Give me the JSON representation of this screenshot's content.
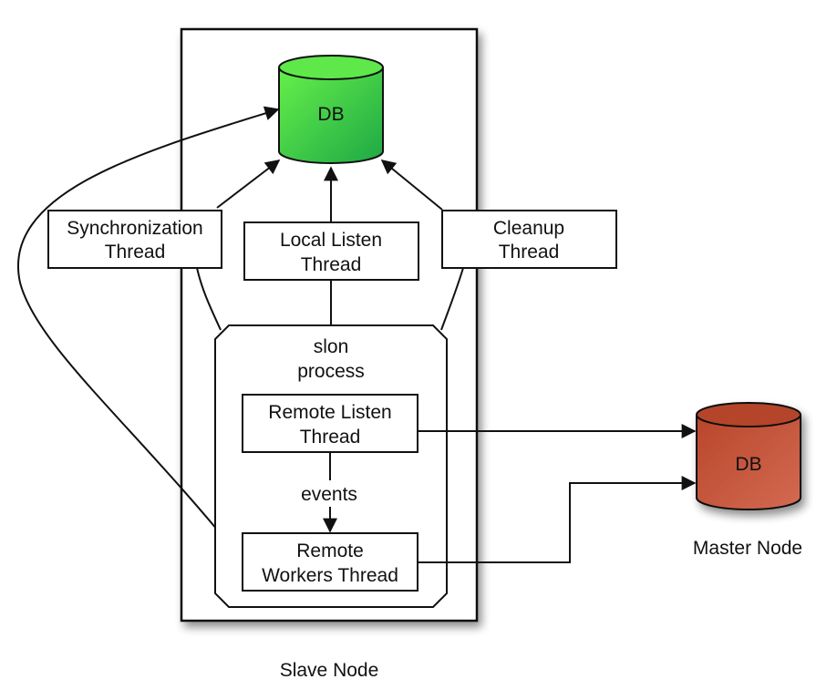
{
  "diagram": {
    "slave_node": {
      "label": "Slave Node",
      "db_label": "DB",
      "db_color_top": "#66f04a",
      "db_color_bottom": "#1ea845",
      "threads": {
        "sync": [
          "Synchronization",
          "Thread"
        ],
        "local_listen": [
          "Local Listen",
          "Thread"
        ],
        "cleanup": [
          "Cleanup",
          "Thread"
        ]
      },
      "slon_process": {
        "label": [
          "slon",
          "process"
        ],
        "remote_listen": [
          "Remote Listen",
          "Thread"
        ],
        "edge_label": "events",
        "remote_workers": [
          "Remote",
          "Workers Thread"
        ]
      }
    },
    "master_node": {
      "label": "Master Node",
      "db_label": "DB",
      "db_color_top": "#b8462a",
      "db_color_bottom": "#d36a52"
    },
    "edges": [
      {
        "from": "Synchronization Thread",
        "to": "Slave DB"
      },
      {
        "from": "Local Listen Thread",
        "to": "Slave DB"
      },
      {
        "from": "Cleanup Thread",
        "to": "Slave DB"
      },
      {
        "from": "Remote Workers Thread",
        "to": "Slave DB"
      },
      {
        "from": "Remote Listen Thread",
        "to": "Remote Workers Thread",
        "label": "events"
      },
      {
        "from": "Remote Listen Thread",
        "to": "Master DB"
      },
      {
        "from": "Remote Workers Thread",
        "to": "Master DB"
      }
    ]
  }
}
